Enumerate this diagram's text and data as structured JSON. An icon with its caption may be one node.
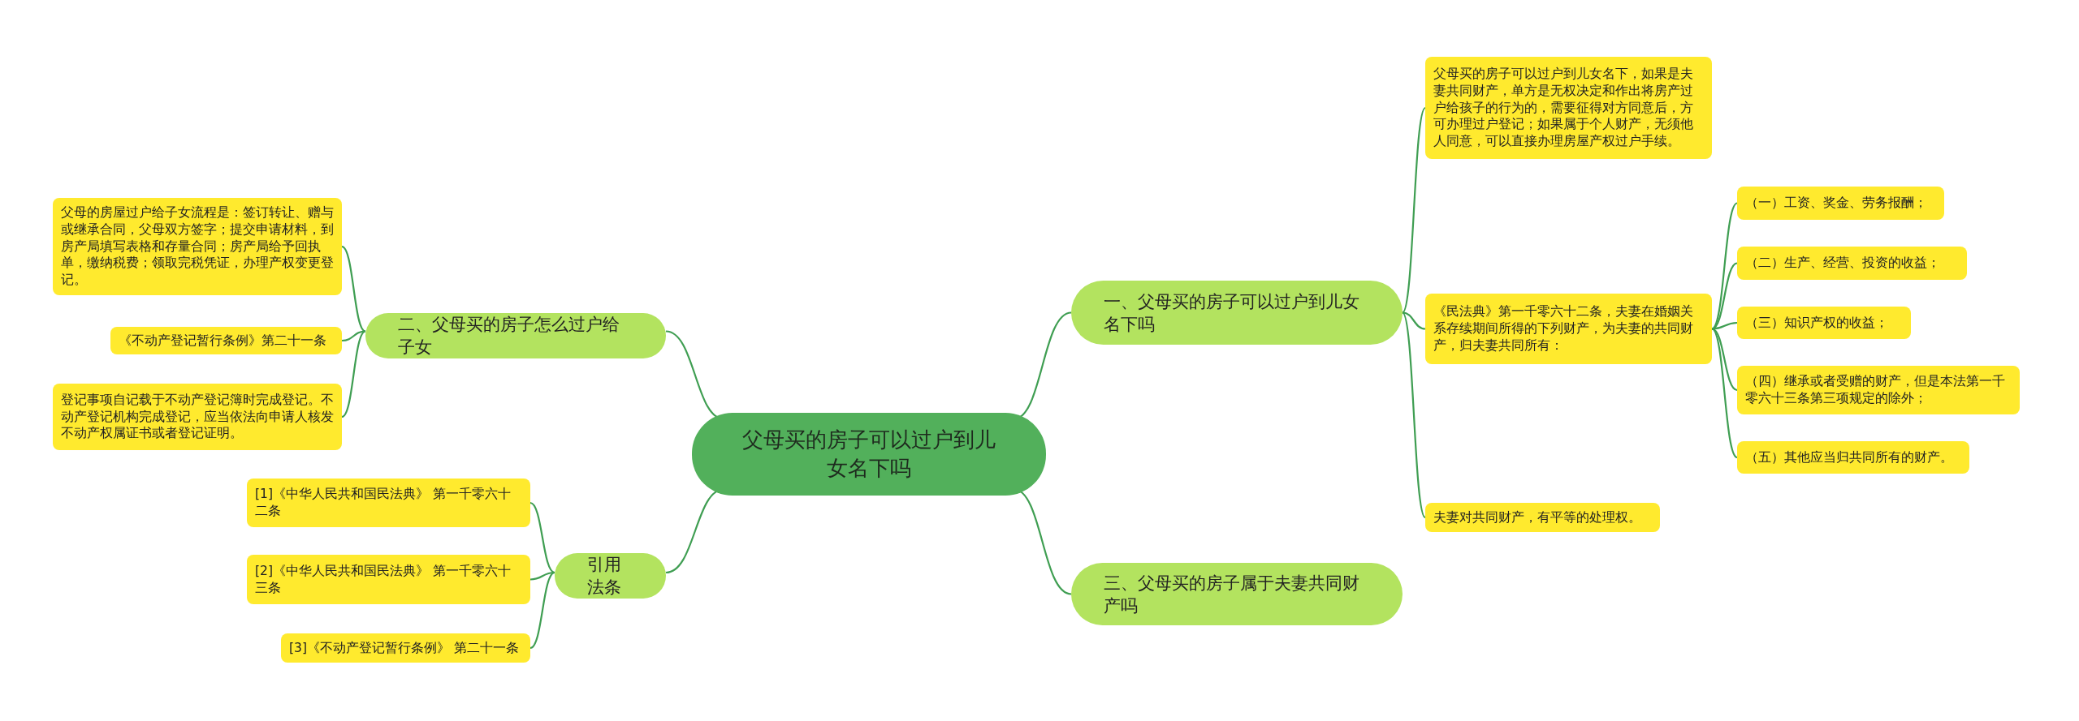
{
  "diagram": {
    "nodes": [
      {
        "text": [
          "父母买的房子可以过户到儿女名下吗"
        ]
      },
      {
        "text": [
          "一、父母买的房子可以过户到儿女名下吗"
        ]
      },
      {
        "text": [
          "父母买的房子可以过户到儿女名下，如果是夫妻共同财产，单方是无权决定和作出将房产过户给孩子的行为的，需要征得对方同意后，方可办理过户登记；如果属于个人财产，无须他人同意，可以直接办理房屋产权过户手续。"
        ]
      },
      {
        "text": [
          "《民法典》第一千零六十二条，夫妻在婚姻关系存续期间所得的下列财产，为夫妻的共同财产，归夫妻共同所有："
        ]
      },
      {
        "text": [
          "（一）工资、奖金、劳务报酬；"
        ]
      },
      {
        "text": [
          "（二）生产、经营、投资的收益；"
        ]
      },
      {
        "text": [
          "（三）知识产权的收益；"
        ]
      },
      {
        "text": [
          "（四）继承或者受赠的财产，但是本法第一千零六十三条第三项规定的除外；"
        ]
      },
      {
        "text": [
          "（五）其他应当归共同所有的财产。"
        ]
      },
      {
        "text": [
          "夫妻对共同财产，有平等的处理权。"
        ]
      },
      {
        "text": [
          "三、父母买的房子属于夫妻共同财产吗"
        ]
      },
      {
        "text": [
          "二、父母买的房子怎么过户给子女"
        ]
      },
      {
        "text": [
          "父母的房屋过户给子女流程是：签订转让、赠与或继承合同，父母双方签字；提交申请材料，到房产局填写表格和存量合同；房产局给予回执单，缴纳税费；领取完税凭证，办理产权变更登记。"
        ]
      },
      {
        "text": [
          "《不动产登记暂行条例》第二十一条"
        ]
      },
      {
        "text": [
          "登记事项自记载于不动产登记簿时完成登记。不动产登记机构完成登记，应当依法向申请人核发不动产权属证书或者登记证明。"
        ]
      },
      {
        "text": [
          "引用法条"
        ]
      },
      {
        "text": [
          "[1]《中华人民共和国民法典》 第一千零六十二条"
        ]
      },
      {
        "text": [
          "[2]《中华人民共和国民法典》 第一千零六十三条"
        ]
      },
      {
        "text": [
          "[3]《不动产登记暂行条例》 第二十一条"
        ]
      }
    ],
    "edges": [
      {
        "from": 0,
        "to": 1,
        "arrow": "none"
      },
      {
        "from": 1,
        "to": 2,
        "arrow": "none"
      },
      {
        "from": 1,
        "to": 3,
        "arrow": "none"
      },
      {
        "from": 3,
        "to": 4,
        "arrow": "none"
      },
      {
        "from": 3,
        "to": 5,
        "arrow": "none"
      },
      {
        "from": 3,
        "to": 6,
        "arrow": "none"
      },
      {
        "from": 3,
        "to": 7,
        "arrow": "none"
      },
      {
        "from": 3,
        "to": 8,
        "arrow": "none"
      },
      {
        "from": 1,
        "to": 9,
        "arrow": "none"
      },
      {
        "from": 0,
        "to": 10,
        "arrow": "none"
      },
      {
        "from": 0,
        "to": 11,
        "arrow": "none"
      },
      {
        "from": 11,
        "to": 12,
        "arrow": "none"
      },
      {
        "from": 11,
        "to": 13,
        "arrow": "none"
      },
      {
        "from": 11,
        "to": 14,
        "arrow": "none"
      },
      {
        "from": 0,
        "to": 15,
        "arrow": "none"
      },
      {
        "from": 15,
        "to": 16,
        "arrow": "none"
      },
      {
        "from": 15,
        "to": 17,
        "arrow": "none"
      },
      {
        "from": 15,
        "to": 18,
        "arrow": "none"
      }
    ]
  }
}
